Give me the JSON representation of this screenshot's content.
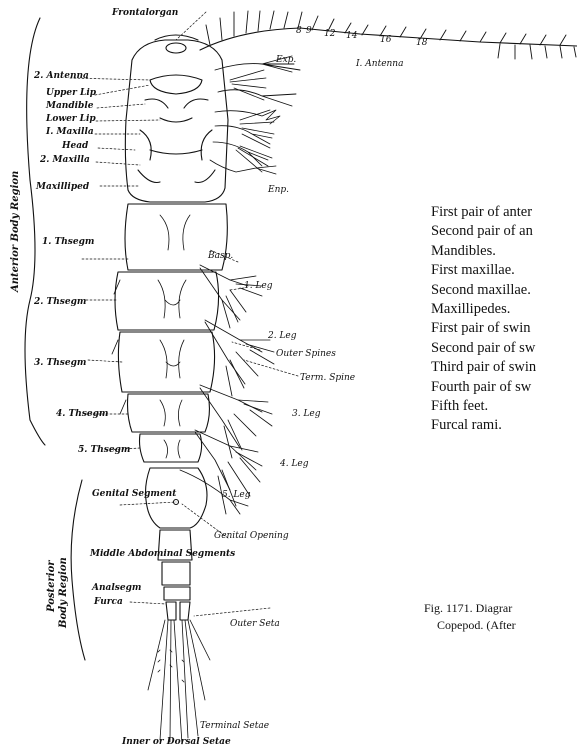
{
  "figure": {
    "labels": {
      "frontalorgan": "Frontalorgan",
      "antenna1": "I. Antenna",
      "antenna2": "2. Antenna",
      "upper_lip": "Upper Lip",
      "mandible": "Mandible",
      "lower_lip": "Lower Lip",
      "maxilla1": "I. Maxilla",
      "head": "Head",
      "maxilla2": "2. Maxilla",
      "maxilliped": "Maxilliped",
      "exp": "Exp.",
      "enp": "Enp.",
      "basp": "Basp.",
      "thsegm1": "1. Thsegm",
      "thsegm2": "2. Thsegm",
      "thsegm3": "3. Thsegm",
      "thsegm4": "4. Thsegm",
      "thsegm5": "5. Thsegm",
      "leg1": "1. Leg",
      "leg2": "2. Leg",
      "leg3": "3. Leg",
      "leg4": "4. Leg",
      "leg5": "5. Leg",
      "outer_spines": "Outer Spines",
      "term_spine": "Term. Spine",
      "genital_segment": "Genital Segment",
      "genital_opening": "Genital Opening",
      "middle_abdominal_segments": "Middle Abdominal Segments",
      "analsegm": "Analsegm",
      "furca": "Furca",
      "outer_seta": "Outer Seta",
      "terminal_setae": "Terminal Setae",
      "inner_dorsal_setae": "Inner or Dorsal Setae",
      "anterior_region": "Anterior Body Region",
      "posterior_region_1": "Posterior",
      "posterior_region_2": "Body Region",
      "antenna_segments": [
        "8",
        "9",
        "12",
        "14",
        "16",
        "18"
      ]
    },
    "legend_list": [
      "First pair of anter",
      "Second pair of an",
      "Mandibles.",
      "First maxillae.",
      "Second maxillae.",
      "Maxillipedes.",
      "First pair of swin",
      "Second pair of sw",
      "Third pair of swin",
      "Fourth pair of sw",
      "Fifth feet.",
      "Furcal rami."
    ],
    "caption": {
      "line1": "Fig. 1171.  Diagrar",
      "line2": "Copepod.  (After"
    }
  }
}
